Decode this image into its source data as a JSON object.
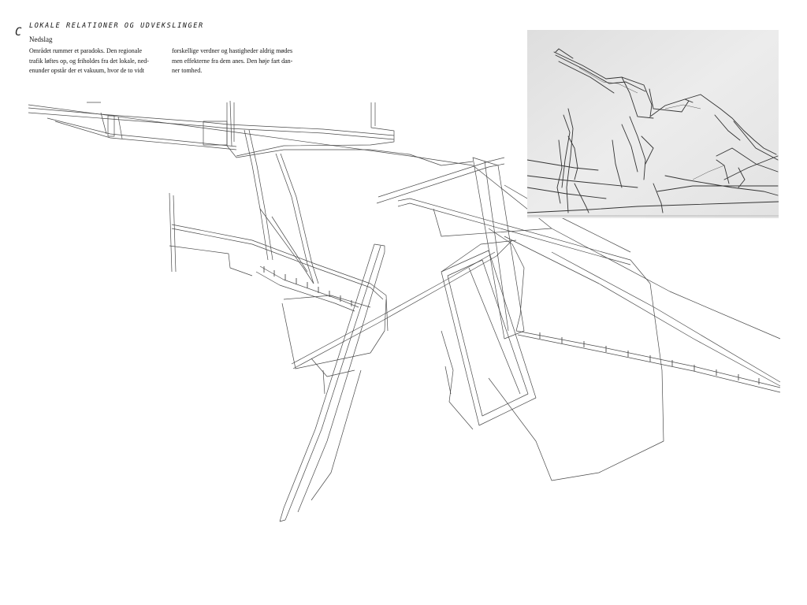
{
  "header": {
    "section_letter": "C",
    "title": "LOKALE RELATIONER OG UDVEKSLINGER",
    "subheading": "Nedslag"
  },
  "body_text": {
    "column_1": [
      "Området rummer et paradoks. Den regionale",
      "trafik løftes op, og friholdes fra det lokale, ned-",
      "enunder opstår der et vakuum, hvor de to vidt"
    ],
    "column_2": [
      "forskellige verdner og hastigheder aldrig mødes",
      "men effekterne fra dem anes. Den høje fart dan-",
      "ner tomhed."
    ]
  },
  "colors": {
    "line": "#4a4a4a",
    "photo_background": "#e6e6e6",
    "sketch_pencil": "#333333"
  }
}
